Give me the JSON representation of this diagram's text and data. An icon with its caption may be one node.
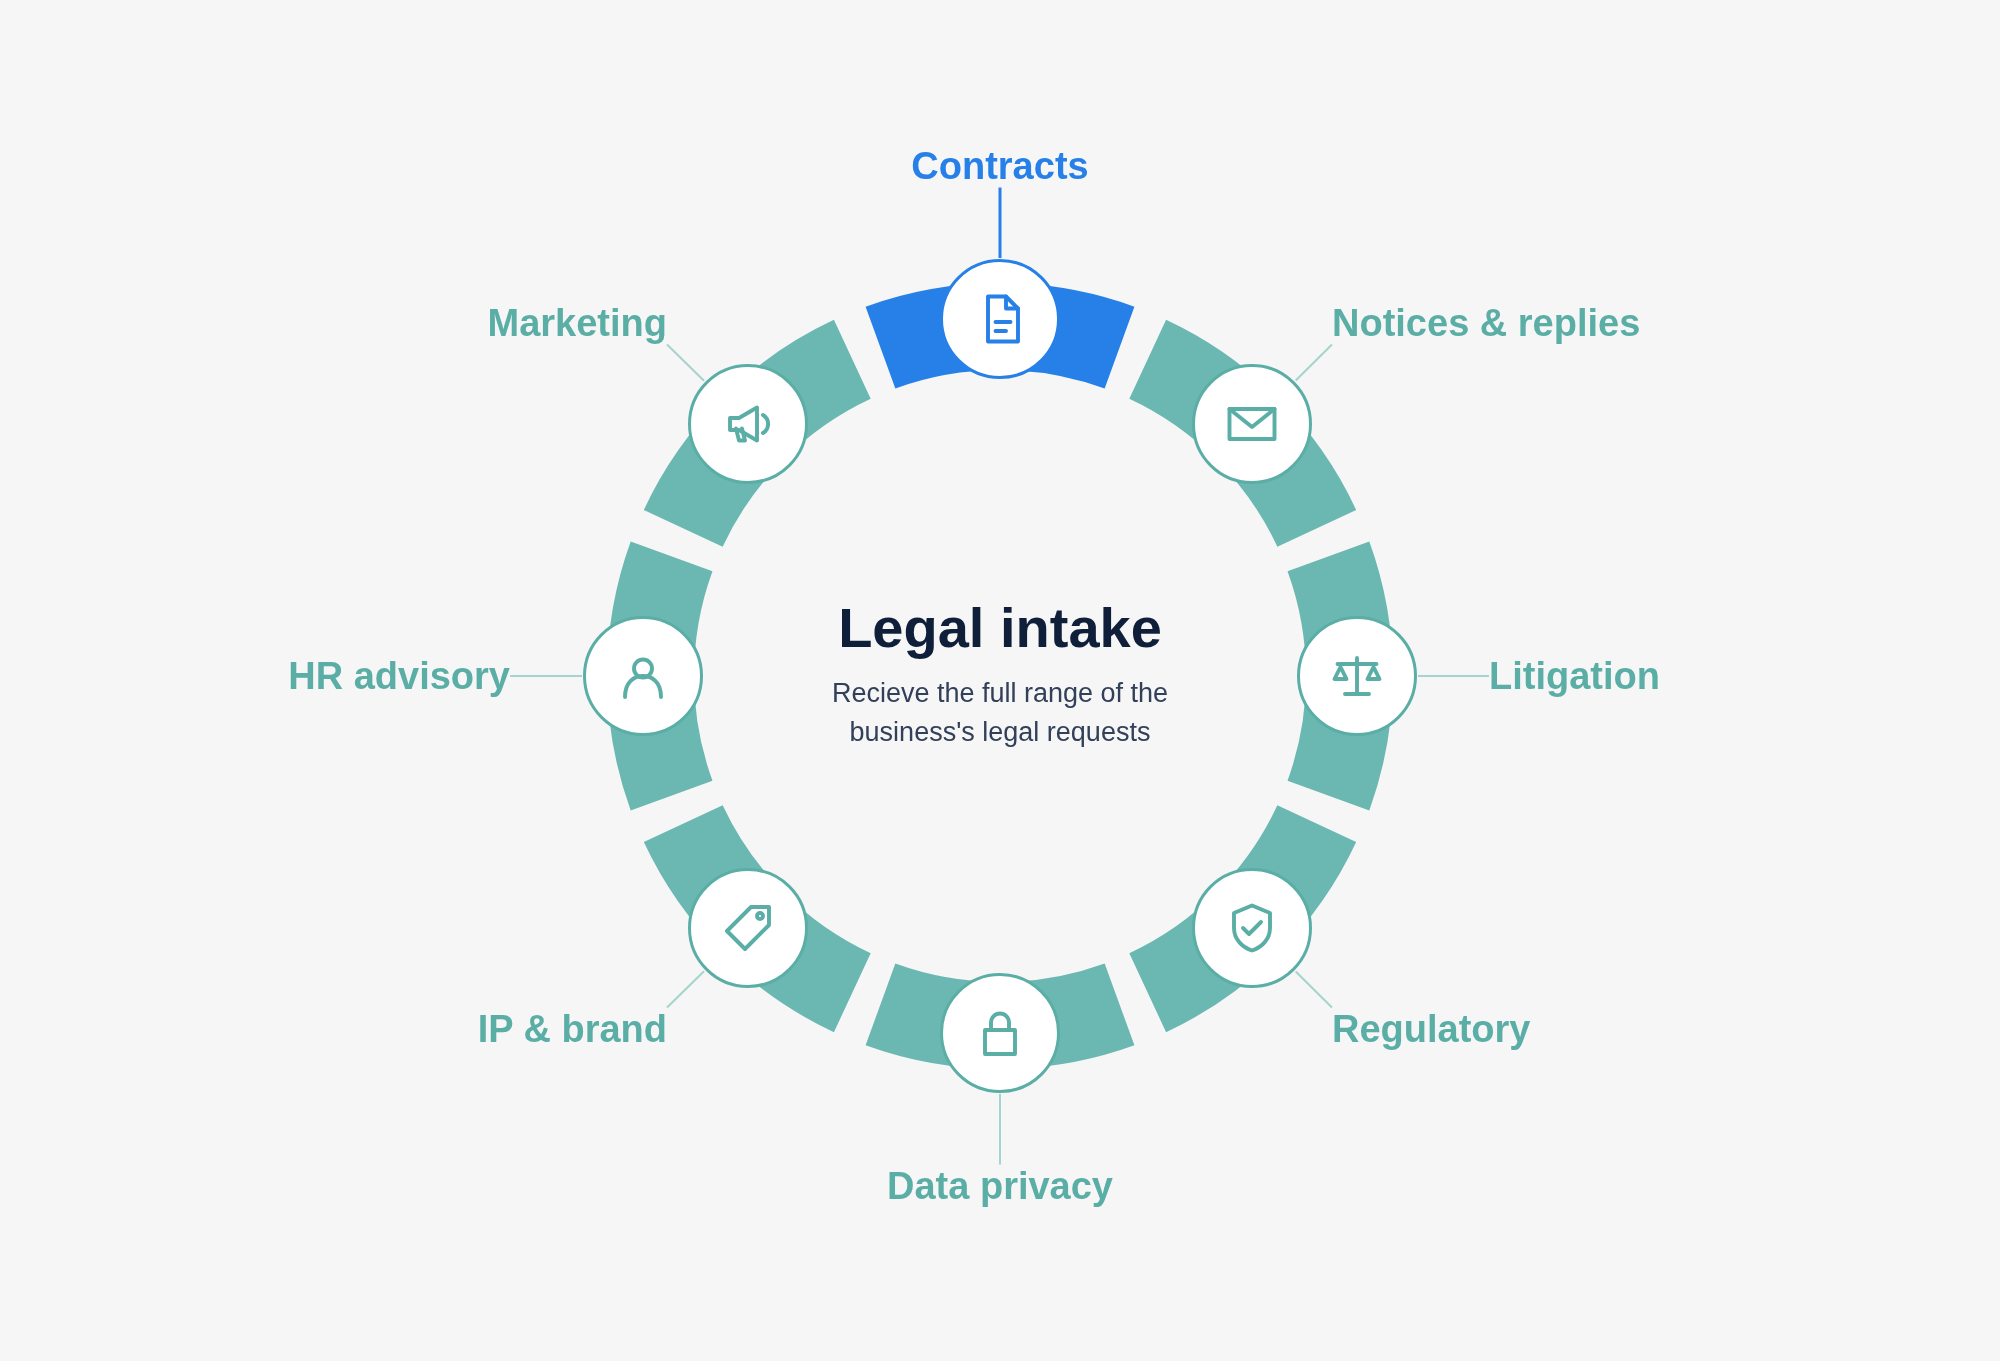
{
  "diagram": {
    "nodes": [
      {
        "text": [
          "Legal intake",
          "Recieve the full range of the business's legal requests"
        ]
      },
      {
        "text": [
          "Contracts"
        ]
      },
      {
        "text": [
          "Notices & replies"
        ]
      },
      {
        "text": [
          "Litigation"
        ]
      },
      {
        "text": [
          "Regulatory"
        ]
      },
      {
        "text": [
          "Data privacy"
        ]
      },
      {
        "text": [
          "IP & brand"
        ]
      },
      {
        "text": [
          "HR advisory"
        ]
      },
      {
        "text": [
          "Marketing"
        ]
      },
      {
        "text": [],
        "shape": "circle"
      },
      {
        "text": [],
        "shape": "circle"
      },
      {
        "text": [],
        "shape": "circle"
      },
      {
        "text": [],
        "shape": "circle"
      },
      {
        "text": [],
        "shape": "circle"
      },
      {
        "text": [],
        "shape": "circle"
      },
      {
        "text": [],
        "shape": "circle"
      },
      {
        "text": [],
        "shape": "circle"
      }
    ],
    "edges": [
      {
        "from": 1,
        "to": 9,
        "arrow": "none",
        "color": "#2680e8"
      },
      {
        "from": 2,
        "to": 10,
        "arrow": "none"
      },
      {
        "from": 3,
        "to": 11,
        "arrow": "none"
      },
      {
        "from": 4,
        "to": 12,
        "arrow": "none"
      },
      {
        "from": 5,
        "to": 13,
        "arrow": "none"
      },
      {
        "from": 6,
        "to": 14,
        "arrow": "none"
      },
      {
        "from": 7,
        "to": 15,
        "arrow": "none"
      },
      {
        "from": 8,
        "to": 16,
        "arrow": "none"
      }
    ]
  }
}
